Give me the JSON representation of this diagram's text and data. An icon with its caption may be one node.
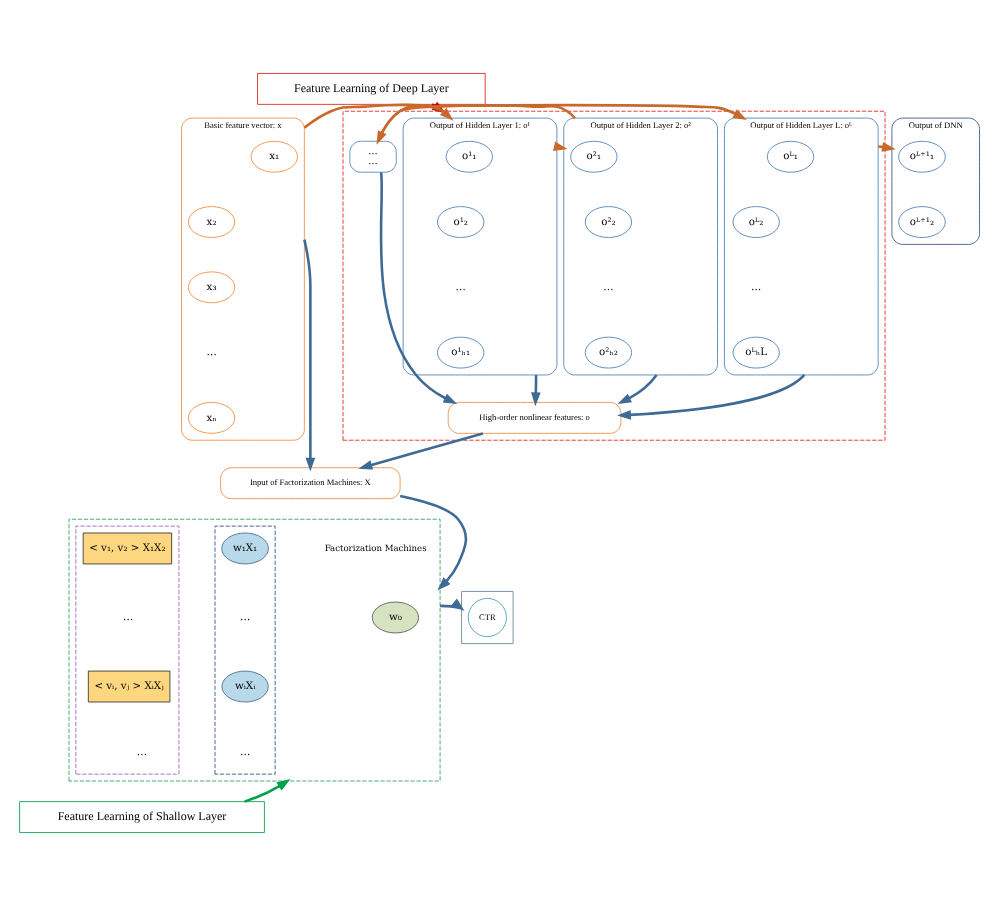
{
  "diagram": {
    "nodes": [
      {
        "text": [
          "Feature Learning of Deep Layer"
        ]
      },
      {
        "text": [],
        "shape": "box"
      },
      {
        "text": [
          "Basic feature vector: x"
        ]
      },
      {
        "text": [
          "x₁"
        ],
        "in": 2
      },
      {
        "text": [
          "x₂"
        ],
        "in": 2
      },
      {
        "text": [
          "x₃"
        ],
        "in": 2
      },
      {
        "text": [
          "xₙ"
        ],
        "in": 2
      },
      {
        "text": [
          "Output of Hidden Layer 1: o¹"
        ],
        "in": 1
      },
      {
        "text": [
          "o¹₁"
        ],
        "in": 7
      },
      {
        "text": [
          "o¹₂"
        ],
        "in": 7
      },
      {
        "text": [
          "o¹ₕ₁"
        ],
        "in": 7
      },
      {
        "text": [
          "Output of Hidden Layer 2: o²"
        ],
        "in": 1
      },
      {
        "text": [
          "o²₁"
        ],
        "in": 11
      },
      {
        "text": [
          "o²₂"
        ],
        "in": 11
      },
      {
        "text": [
          "o²ₕ₂"
        ],
        "in": 11
      },
      {
        "text": [
          "…",
          "…"
        ],
        "in": 1
      },
      {
        "text": [
          "Output of Hidden Layer L: oᴸ"
        ],
        "in": 1
      },
      {
        "text": [
          "oᴸ₁"
        ],
        "in": 16
      },
      {
        "text": [
          "oᴸ₂"
        ],
        "in": 16
      },
      {
        "text": [
          "oᴸₕL"
        ],
        "in": 16
      },
      {
        "text": [
          "Output of DNN"
        ]
      },
      {
        "text": [
          "oᴸ⁺¹₁"
        ],
        "in": 20
      },
      {
        "text": [
          "oᴸ⁺¹₂"
        ],
        "in": 20
      },
      {
        "text": [
          "High-order nonlinear features: o"
        ],
        "in": 1
      },
      {
        "text": [
          "Input of Factorization Machines: X"
        ]
      },
      {
        "text": [],
        "shape": "box"
      },
      {
        "text": [
          "w₀"
        ],
        "in": 25
      },
      {
        "text": [],
        "shape": "box",
        "in": 25
      },
      {
        "text": [
          "w₁X₁"
        ],
        "in": 27
      },
      {
        "text": [
          "wᵢXᵢ"
        ],
        "in": 27
      },
      {
        "text": [],
        "shape": "box",
        "in": 25
      },
      {
        "text": [
          "< v₁, v₂ > X₁X₂"
        ],
        "in": 30
      },
      {
        "text": [
          "< vᵢ, vⱼ > XᵢXⱼ"
        ],
        "in": 30
      },
      {
        "text": [],
        "shape": "box"
      },
      {
        "text": [
          "CTR"
        ],
        "in": 33
      },
      {
        "text": [
          "Feature Learning of Shallow Layer"
        ]
      }
    ],
    "edges": [
      {
        "from": 0,
        "to": 1,
        "arrow": "to",
        "color": "#c00000"
      },
      {
        "from": 2,
        "to": 7,
        "arrow": "to",
        "color": "#c8682a"
      },
      {
        "from": 7,
        "to": 11,
        "arrow": "to",
        "color": "#c8682a"
      },
      {
        "from": 11,
        "to": 15,
        "arrow": "to",
        "color": "#c8682a"
      },
      {
        "from": 15,
        "to": 16,
        "arrow": "to",
        "color": "#c8682a"
      },
      {
        "from": 16,
        "to": 20,
        "arrow": "to",
        "color": "#c8682a"
      },
      {
        "from": 7,
        "to": 23,
        "arrow": "to"
      },
      {
        "from": 11,
        "to": 23,
        "arrow": "to"
      },
      {
        "from": 15,
        "to": 23,
        "arrow": "to"
      },
      {
        "from": 16,
        "to": 23,
        "arrow": "to"
      },
      {
        "from": 2,
        "to": 24,
        "arrow": "to"
      },
      {
        "from": 23,
        "to": 24,
        "arrow": "to"
      },
      {
        "from": 24,
        "to": 25,
        "arrow": "to"
      },
      {
        "from": 25,
        "to": 33,
        "arrow": "to"
      },
      {
        "from": 35,
        "to": 25,
        "arrow": "to",
        "color": "#00a04a"
      }
    ],
    "labels": [
      "…",
      "…",
      "…",
      "…",
      "Factorization Machines",
      "…",
      "…",
      "…",
      "…"
    ]
  }
}
